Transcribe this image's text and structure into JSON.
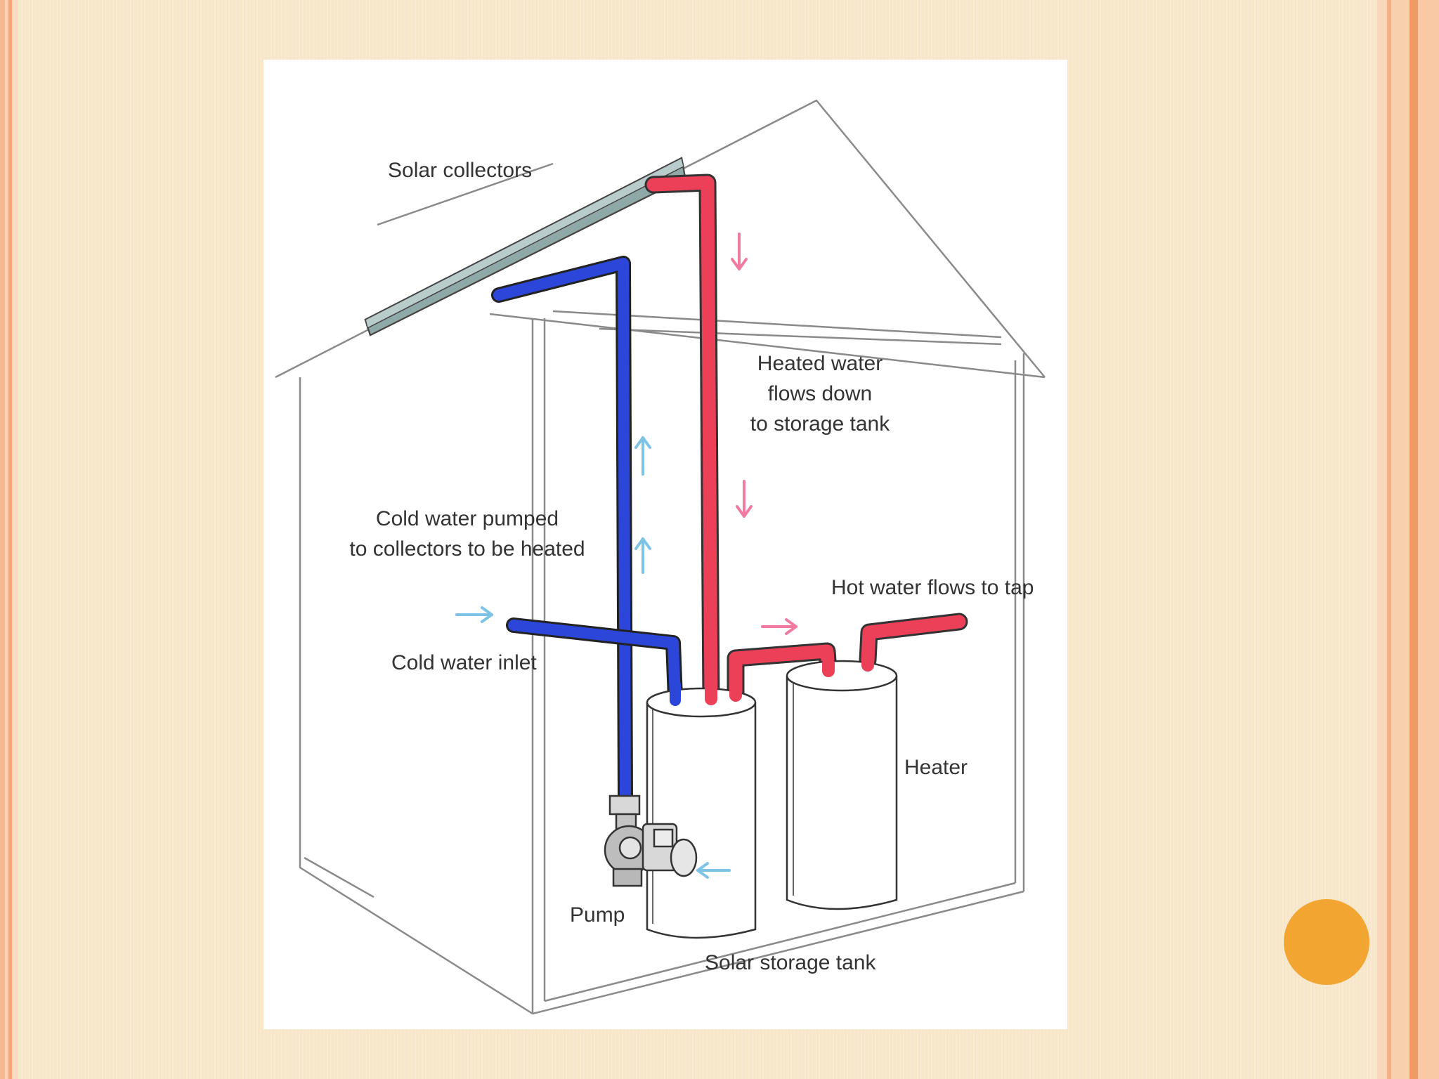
{
  "labels": {
    "solar_collectors": "Solar collectors",
    "heated_water_1": "Heated water",
    "heated_water_2": "flows down",
    "heated_water_3": "to storage tank",
    "cold_pumped_1": "Cold water pumped",
    "cold_pumped_2": "to collectors to be heated",
    "hot_water_tap": "Hot water flows to tap",
    "cold_inlet": "Cold water inlet",
    "heater": "Heater",
    "pump": "Pump",
    "storage_tank": "Solar storage tank"
  },
  "colors": {
    "slide_background": "#f7e6c8",
    "cold_pipe": "#2b46d8",
    "hot_pipe": "#ec4058",
    "cold_arrow": "#7cc3e6",
    "hot_arrow": "#f07aa0",
    "collector_panel": "#a9bfbf",
    "accent_dot": "#f3a532"
  },
  "icons": {
    "pump": "pump-icon",
    "flow_arrow": "arrow-icon"
  }
}
